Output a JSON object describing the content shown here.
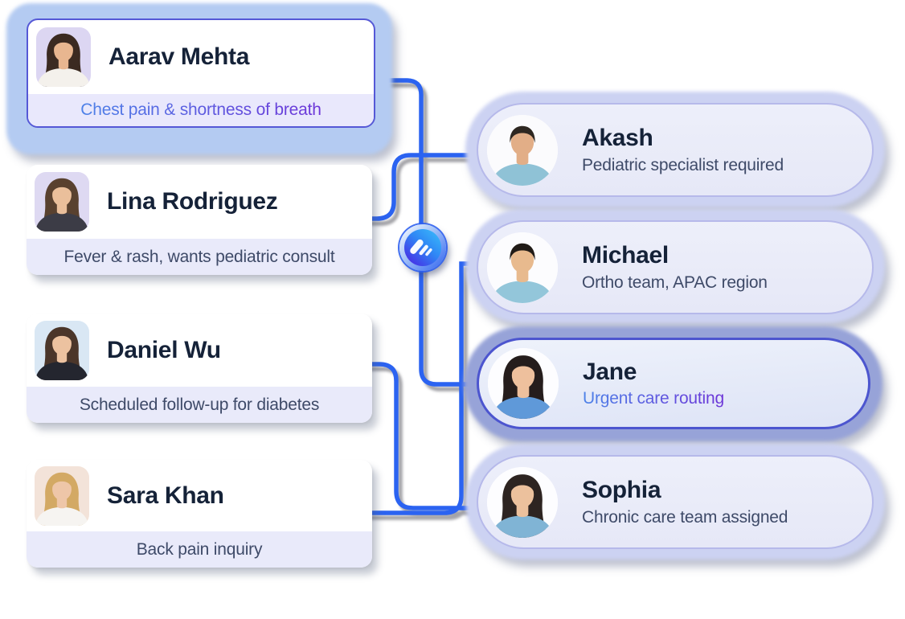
{
  "patients": [
    {
      "name": "Aarav Mehta",
      "note": "Chest pain & shortness of breath",
      "avatar_style": "--av-bg:#dcd6f2;--av-hair:#3b2a21;--av-hairlong:#3b2a21;--av-skin:#e8b690;--av-shirt:#f4f1ec"
    },
    {
      "name": "Lina Rodriguez",
      "note": "Fever & rash, wants pediatric consult",
      "avatar_style": "--av-bg:#ded9f2;--av-hair:#59412f;--av-hairlong:#59412f;--av-skin:#eabf9b;--av-shirt:#3c3c46"
    },
    {
      "name": "Daniel Wu",
      "note": "Scheduled follow-up for diabetes",
      "avatar_style": "--av-bg:#d9e7f4;--av-hair:#4b362a;--av-hairlong:#4b362a;--av-skin:#ecc2a0;--av-shirt:#24262f"
    },
    {
      "name": "Sara Khan",
      "note": "Back pain inquiry",
      "avatar_style": "--av-bg:#f3e3d9;--av-hair:#d3a964;--av-hairlong:#d3a964;--av-skin:#eec6a8;--av-shirt:#f6f4f1"
    }
  ],
  "specialists": [
    {
      "name": "Akash",
      "note": "Pediatric specialist required",
      "avatar_style": "--av-bg:#fbfbfd;--av-hair:#2e2721;--av-skin:#e2ae87;--av-shirt:#8fc2d6"
    },
    {
      "name": "Michael",
      "note": "Ortho team, APAC region",
      "avatar_style": "--av-bg:#fcfcfe;--av-hair:#211b17;--av-skin:#e8ba8e;--av-shirt:#93c6da"
    },
    {
      "name": "Jane",
      "note": "Urgent care routing",
      "avatar_style": "--av-bg:#fdfdff;--av-hair:#251d1c;--av-hairlong:#251d1c;--av-skin:#eec09d;--av-shirt:#5f99d9"
    },
    {
      "name": "Sophia",
      "note": "Chronic care team assigned",
      "avatar_style": "--av-bg:#fdfdff;--av-hair:#2d2421;--av-hairlong:#2d2421;--av-skin:#ecc19d;--av-shirt:#80b4d5"
    }
  ],
  "hub": {
    "icon": "routing-hub-logo-icon"
  },
  "colors": {
    "line": "#2b63f1",
    "halo_blue": "#b4cbf2",
    "halo_lavender": "#ccd2f2",
    "halo_jane": "#97a3d8",
    "strip": "#e9eafa",
    "strip_hl": "#e9e8fc",
    "name": "#152238",
    "note": "#3e4a68",
    "hl_border": "#5558d6",
    "jane_border": "#4c55cf",
    "right_border": "#b6b9ea",
    "grad_a": "#4d82e8",
    "grad_b": "#6d35d8"
  }
}
